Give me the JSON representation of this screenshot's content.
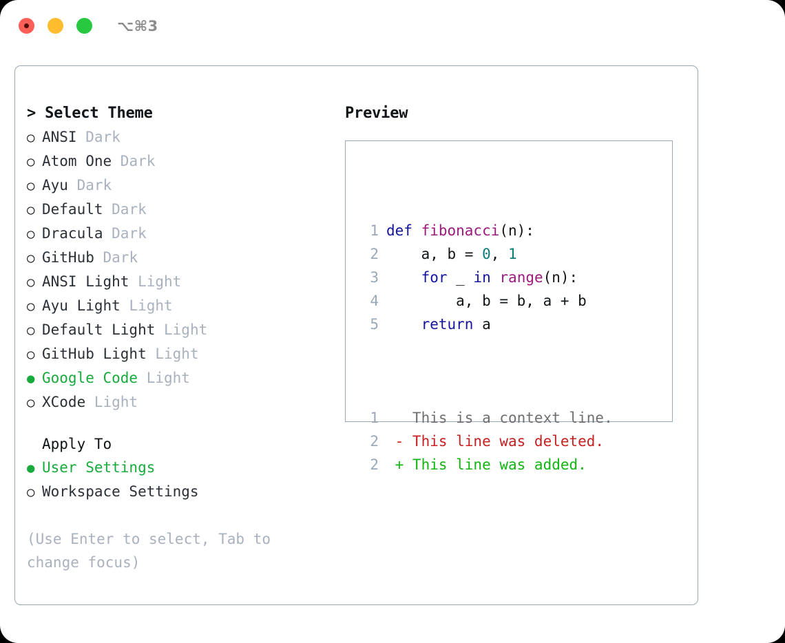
{
  "window": {
    "shortcut": "⌥⌘3",
    "traffic_lights": [
      {
        "name": "close",
        "color": "#ff5f57"
      },
      {
        "name": "minimize",
        "color": "#febc2e"
      },
      {
        "name": "maximize",
        "color": "#28c840"
      }
    ]
  },
  "theme_picker": {
    "prompt": "> Select Theme",
    "selected_marker": "●",
    "unselected_marker": "○",
    "items": [
      {
        "name": "ANSI",
        "variant": "Dark",
        "selected": false
      },
      {
        "name": "Atom One",
        "variant": "Dark",
        "selected": false
      },
      {
        "name": "Ayu",
        "variant": "Dark",
        "selected": false
      },
      {
        "name": "Default",
        "variant": "Dark",
        "selected": false
      },
      {
        "name": "Dracula",
        "variant": "Dark",
        "selected": false
      },
      {
        "name": "GitHub",
        "variant": "Dark",
        "selected": false
      },
      {
        "name": "ANSI Light",
        "variant": "Light",
        "selected": false
      },
      {
        "name": "Ayu Light",
        "variant": "Light",
        "selected": false
      },
      {
        "name": "Default Light",
        "variant": "Light",
        "selected": false
      },
      {
        "name": "GitHub Light",
        "variant": "Light",
        "selected": false
      },
      {
        "name": "Google Code",
        "variant": "Light",
        "selected": true
      },
      {
        "name": "XCode",
        "variant": "Light",
        "selected": false
      }
    ]
  },
  "apply_to": {
    "title": "Apply To",
    "items": [
      {
        "name": "User Settings",
        "selected": true
      },
      {
        "name": "Workspace Settings",
        "selected": false
      }
    ]
  },
  "hint": "(Use Enter to select, Tab to change focus)",
  "preview": {
    "title": "Preview",
    "code_lines": [
      {
        "number": "1",
        "tokens": [
          {
            "text": "def ",
            "type": "kw"
          },
          {
            "text": "fibonacci",
            "type": "fn"
          },
          {
            "text": "(n):",
            "type": "txt"
          }
        ]
      },
      {
        "number": "2",
        "tokens": [
          {
            "text": "    a, b = ",
            "type": "txt"
          },
          {
            "text": "0",
            "type": "num"
          },
          {
            "text": ", ",
            "type": "txt"
          },
          {
            "text": "1",
            "type": "num"
          }
        ]
      },
      {
        "number": "3",
        "tokens": [
          {
            "text": "    ",
            "type": "txt"
          },
          {
            "text": "for",
            "type": "kw"
          },
          {
            "text": " _ ",
            "type": "txt"
          },
          {
            "text": "in",
            "type": "kw"
          },
          {
            "text": " ",
            "type": "txt"
          },
          {
            "text": "range",
            "type": "fn"
          },
          {
            "text": "(n):",
            "type": "txt"
          }
        ]
      },
      {
        "number": "4",
        "tokens": [
          {
            "text": "        a, b = b, a + b",
            "type": "txt"
          }
        ]
      },
      {
        "number": "5",
        "tokens": [
          {
            "text": "    ",
            "type": "txt"
          },
          {
            "text": "return",
            "type": "kw"
          },
          {
            "text": " a",
            "type": "txt"
          }
        ]
      }
    ],
    "diff_lines": [
      {
        "number": "1",
        "marker": " ",
        "text": "This is a context line.",
        "type": "ctx"
      },
      {
        "number": "2",
        "marker": "-",
        "text": "This line was deleted.",
        "type": "del"
      },
      {
        "number": "2",
        "marker": "+",
        "text": "This line was added.",
        "type": "add"
      }
    ]
  },
  "colors": {
    "accent_green": "#17ab3b",
    "border": "#9aa7b6",
    "muted": "#a8b1bd",
    "keyword": "#1414a0",
    "function": "#9c1a7d",
    "number": "#0b7b78",
    "diff_add": "#10b510",
    "diff_del": "#c62020"
  }
}
